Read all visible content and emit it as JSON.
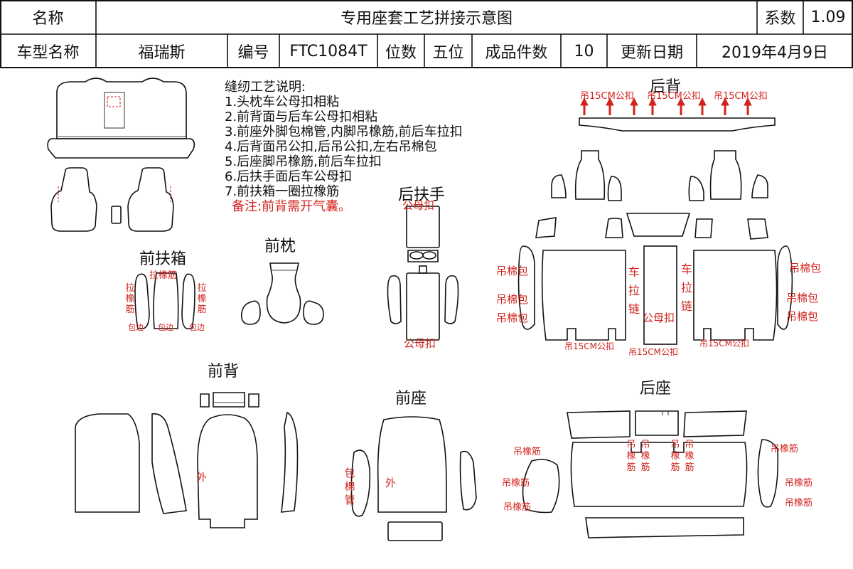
{
  "header": {
    "name_label": "名称",
    "title": "专用座套工艺拼接示意图",
    "coef_label": "系数",
    "coef_value": "1.09",
    "model_label": "车型名称",
    "model_value": "福瑞斯",
    "code_label": "编号",
    "code_value": "FTC1084T",
    "seats_label": "位数",
    "seats_value": "五位",
    "pieces_label": "成品件数",
    "pieces_value": "10",
    "date_label": "更新日期",
    "date_value": "2019年4月9日"
  },
  "notes": {
    "heading": "缝纫工艺说明:",
    "lines": [
      "1.头枕车公母扣相粘",
      "2.前背面与后车公母扣相粘",
      "3.前座外脚包棉管,内脚吊橡筋,前后车拉扣",
      "4.后背面吊公扣,后吊公扣,左右吊棉包",
      "5.后座脚吊橡筋,前后车拉扣",
      "6.后扶手面后车公母扣",
      "7.前扶箱一圈拉橡筋"
    ],
    "remark": "备注:前背需开气囊。"
  },
  "sections": {
    "front_console": "前扶箱",
    "front_headrest": "前枕",
    "rear_armrest": "后扶手",
    "rear_back": "后背",
    "front_back": "前背",
    "front_seat": "前座",
    "rear_seat": "后座"
  },
  "annotations": {
    "hang_15cm_male": "吊15CM公扣",
    "male_female_button": "公母扣",
    "hang_cotton_bag": "吊棉包",
    "car_zipper": "车拉链",
    "pull_elastic": "拉橡筋",
    "hang_elastic": "吊橡筋",
    "binding": "包边",
    "outer": "外",
    "wrap_cotton_tube": "包棉管",
    "male_button": "公母扣"
  }
}
